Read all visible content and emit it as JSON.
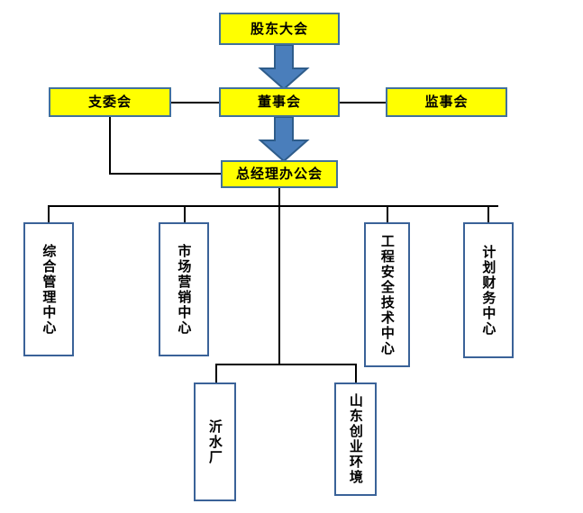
{
  "diagram": {
    "type": "organization-chart",
    "title": "",
    "colors": {
      "governance_fill": "#FFFF00",
      "governance_border": "#41719C",
      "department_fill": "#FFFFFF",
      "department_border": "#3A6298",
      "arrow_fill": "#4A7EBB",
      "arrow_border": "#2E5C8A",
      "connector": "#000000",
      "background": "#FFFFFF"
    },
    "nodes": {
      "shareholders_meeting": "股东大会",
      "party_branch_committee": "支委会",
      "board_of_directors": "董事会",
      "board_of_supervisors": "监事会",
      "general_manager_office": "总经理办公会",
      "departments": [
        "综合管理中心",
        "市场营销中心",
        "工程安全技术中心",
        "计划财务中心"
      ],
      "subsidiaries": [
        "沂水厂",
        "山东创业环境"
      ]
    },
    "arrows": [
      "shareholders-to-board",
      "board-to-general-manager"
    ]
  }
}
